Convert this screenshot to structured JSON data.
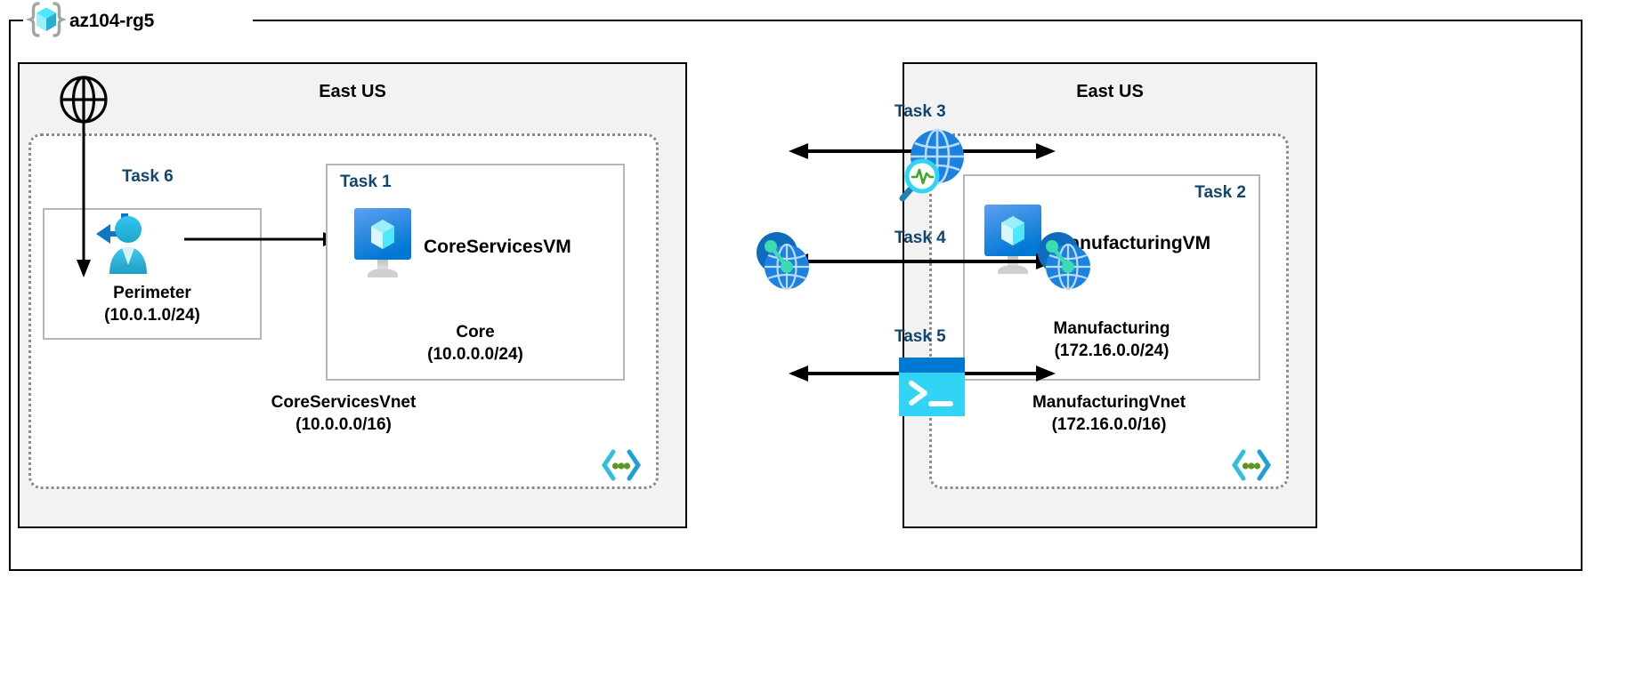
{
  "resource_group": {
    "name": "az104-rg5",
    "icon": "azure-resource-group-icon"
  },
  "regions": [
    {
      "id": "left",
      "title": "East US"
    },
    {
      "id": "right",
      "title": "East US"
    }
  ],
  "vnets": [
    {
      "id": "core-services-vnet",
      "name": "CoreServicesVnet",
      "address_space": "(10.0.0.0/16)",
      "corner_icon": "vnet-code-icon"
    },
    {
      "id": "manufacturing-vnet",
      "name": "ManufacturingVnet",
      "address_space": "(172.16.0.0/16)",
      "corner_icon": "vnet-code-icon"
    }
  ],
  "subnets": [
    {
      "id": "perimeter",
      "name": "Perimeter",
      "address_space": "(10.0.1.0/24)",
      "task": "Task 6",
      "icon": "user-bastion-icon"
    },
    {
      "id": "core",
      "name": "Core",
      "address_space": "(10.0.0.0/24)",
      "task": "Task 1",
      "vm_name": "CoreServicesVM",
      "icon": "virtual-machine-icon"
    },
    {
      "id": "manufacturing",
      "name": "Manufacturing",
      "address_space": "(172.16.0.0/24)",
      "task": "Task 2",
      "vm_name": "ManufacturingVM",
      "icon": "virtual-machine-icon"
    }
  ],
  "center_tasks": [
    {
      "id": "task3",
      "label": "Task 3",
      "icon": "network-watcher-icon"
    },
    {
      "id": "task4",
      "label": "Task 4",
      "icon": "vnet-peering-icon"
    },
    {
      "id": "task5",
      "label": "Task 5",
      "icon": "cloud-shell-icon"
    }
  ],
  "internet": {
    "icon": "globe-internet-icon"
  },
  "peering_badges": [
    {
      "id": "peer-left",
      "icon": "vnet-peering-icon"
    },
    {
      "id": "peer-right",
      "icon": "vnet-peering-icon"
    }
  ],
  "colors": {
    "task_label": "#12456e",
    "region_fill": "#f2f2f2",
    "region_border": "#000000",
    "vnet_border": "#8a8a8a",
    "subnet_border": "#b6b6b6",
    "azure_blue": "#0078d4",
    "cyan": "#32bedd",
    "light_cyan": "#50e6ff",
    "green": "#5e9624",
    "connector": "#000000"
  }
}
